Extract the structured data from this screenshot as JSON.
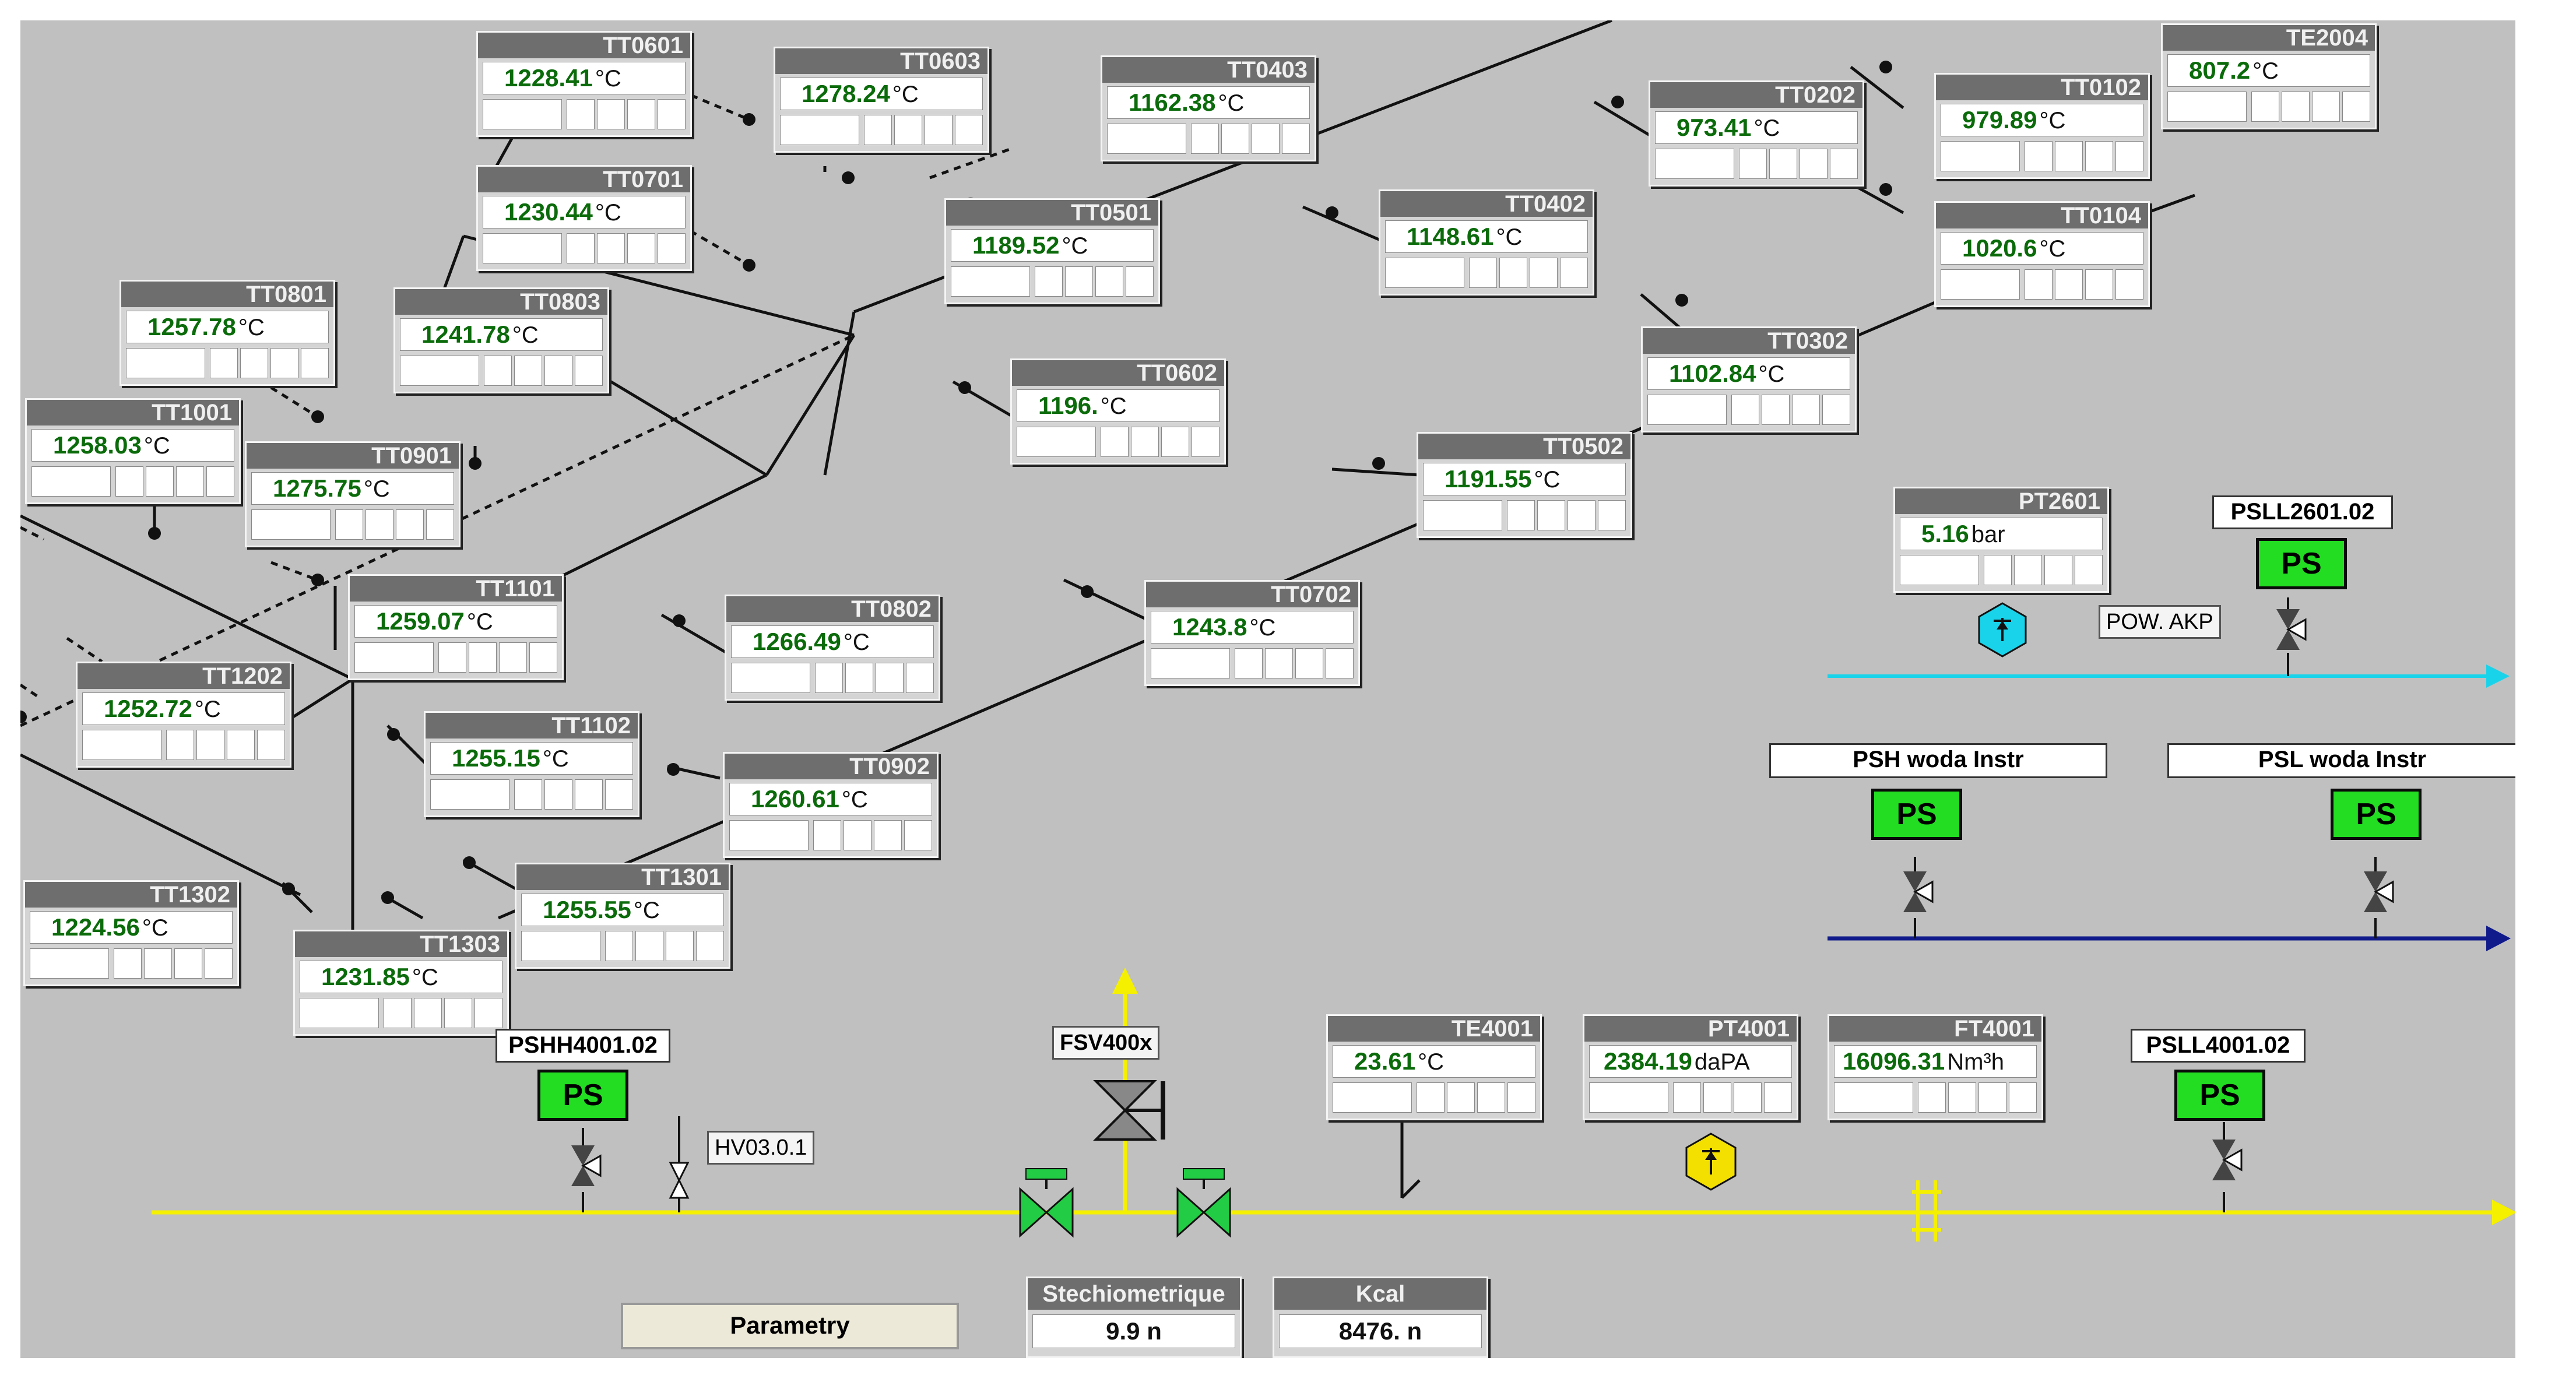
{
  "colors": {
    "background": "#c0c0c0",
    "value_green": "#0b6b0b",
    "ps_green": "#22dd22",
    "line_yellow": "#f4f000",
    "line_cyan": "#19d3ea",
    "line_navy": "#101a8a"
  },
  "tags": {
    "TT0601": {
      "label": "TT0601",
      "value": "1228.41",
      "unit": "°C"
    },
    "TT0603": {
      "label": "TT0603",
      "value": "1278.24",
      "unit": "°C"
    },
    "TT0403": {
      "label": "TT0403",
      "value": "1162.38",
      "unit": "°C"
    },
    "TT0701": {
      "label": "TT0701",
      "value": "1230.44",
      "unit": "°C"
    },
    "TT0501": {
      "label": "TT0501",
      "value": "1189.52",
      "unit": "°C"
    },
    "TT0801": {
      "label": "TT0801",
      "value": "1257.78",
      "unit": "°C"
    },
    "TT0803": {
      "label": "TT0803",
      "value": "1241.78",
      "unit": "°C"
    },
    "TT1001": {
      "label": "TT1001",
      "value": "1258.03",
      "unit": "°C"
    },
    "TT0901": {
      "label": "TT0901",
      "value": "1275.75",
      "unit": "°C"
    },
    "TT0602": {
      "label": "TT0602",
      "value": "1196.",
      "unit": "°C"
    },
    "TT0402": {
      "label": "TT0402",
      "value": "1148.61",
      "unit": "°C"
    },
    "TT0202": {
      "label": "TT0202",
      "value": "973.41",
      "unit": "°C"
    },
    "TT0102": {
      "label": "TT0102",
      "value": "979.89",
      "unit": "°C"
    },
    "TE2004": {
      "label": "TE2004",
      "value": "807.2",
      "unit": "°C"
    },
    "TT0104": {
      "label": "TT0104",
      "value": "1020.6",
      "unit": "°C"
    },
    "TT0302": {
      "label": "TT0302",
      "value": "1102.84",
      "unit": "°C"
    },
    "TT0502": {
      "label": "TT0502",
      "value": "1191.55",
      "unit": "°C"
    },
    "TT1101": {
      "label": "TT1101",
      "value": "1259.07",
      "unit": "°C"
    },
    "TT1202": {
      "label": "TT1202",
      "value": "1252.72",
      "unit": "°C"
    },
    "TT0802": {
      "label": "TT0802",
      "value": "1266.49",
      "unit": "°C"
    },
    "TT0702": {
      "label": "TT0702",
      "value": "1243.8",
      "unit": "°C"
    },
    "TT1102": {
      "label": "TT1102",
      "value": "1255.15",
      "unit": "°C"
    },
    "TT0902": {
      "label": "TT0902",
      "value": "1260.61",
      "unit": "°C"
    },
    "TT1302": {
      "label": "TT1302",
      "value": "1224.56",
      "unit": "°C"
    },
    "TT1301": {
      "label": "TT1301",
      "value": "1255.55",
      "unit": "°C"
    },
    "TT1303": {
      "label": "TT1303",
      "value": "1231.85",
      "unit": "°C"
    },
    "PT2601": {
      "label": "PT2601",
      "value": "5.16",
      "unit": "bar"
    },
    "TE4001": {
      "label": "TE4001",
      "value": "23.61",
      "unit": "°C"
    },
    "PT4001": {
      "label": "PT4001",
      "value": "2384.19",
      "unit": "daPA"
    },
    "FT4001": {
      "label": "FT4001",
      "value": "16096.31",
      "unit": "Nm³h"
    }
  },
  "switches": {
    "psll2601": {
      "label": "PSLL2601.02",
      "state": "PS"
    },
    "psh_woda": {
      "label": "PSH woda Instr",
      "state": "PS"
    },
    "psl_woda": {
      "label": "PSL woda Instr",
      "state": "PS"
    },
    "pshh4001": {
      "label": "PSHH4001.02",
      "state": "PS"
    },
    "psll4001": {
      "label": "PSLL4001.02",
      "state": "PS"
    }
  },
  "labels": {
    "pow_akp": "POW. AKP",
    "hv03": "HV03.0.1",
    "fsv400x": "FSV400x"
  },
  "buttons": {
    "parametry": "Parametry"
  },
  "calcs": {
    "stechio": {
      "label": "Stechiometrique",
      "value": "9.9 n"
    },
    "kcal": {
      "label": "Kcal",
      "value": "8476. n"
    }
  },
  "icons": {
    "pt2601_transmitter": "hexagon-pressure-transmitter-icon",
    "pt4001_transmitter": "hexagon-pressure-transmitter-icon",
    "valves": "manual-valve-icon",
    "actuated_valves": "actuated-valve-icon",
    "arrows": "flow-arrow-icon"
  }
}
